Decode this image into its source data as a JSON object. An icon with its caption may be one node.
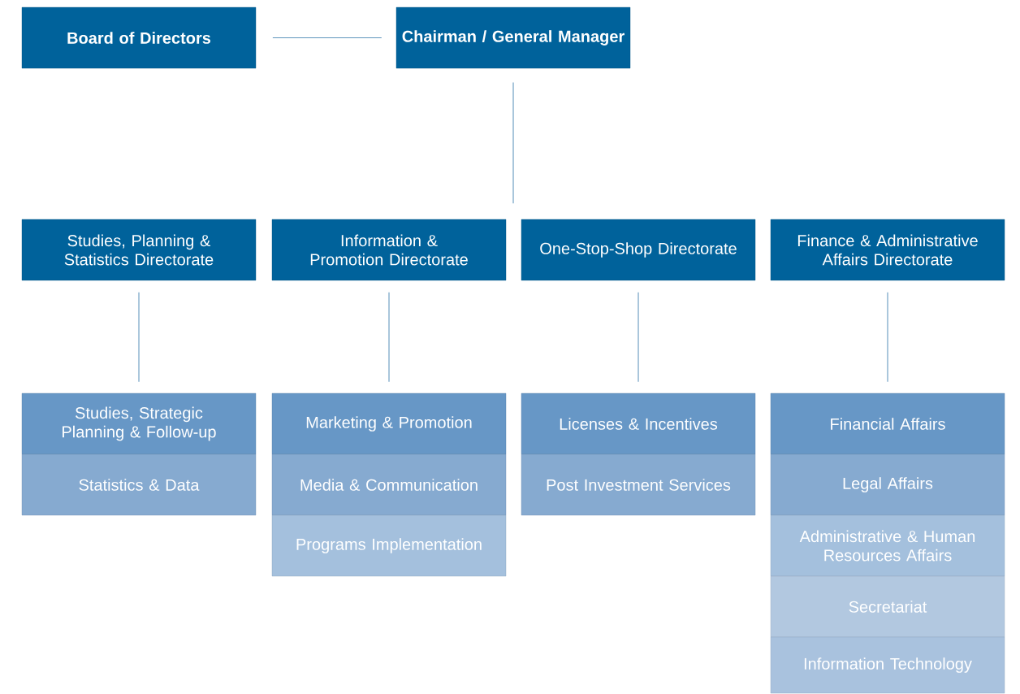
{
  "diagram": {
    "nodes": [
      {
        "text": [
          "Board of Directors"
        ]
      },
      {
        "text": [
          "Chairman / General Manager"
        ]
      },
      {
        "text": [
          "Studies, Planning & Statistics Directorate"
        ]
      },
      {
        "text": [
          "Information & Promotion Directorate"
        ]
      },
      {
        "text": [
          "One-Stop-Shop Directorate"
        ]
      },
      {
        "text": [
          "Finance & Administrative Affairs Directorate"
        ]
      },
      {
        "text": [
          "Studies, Strategic Planning & Follow-up"
        ]
      },
      {
        "text": [
          "Marketing & Promotion"
        ]
      },
      {
        "text": [
          "Licenses & Incentives"
        ]
      },
      {
        "text": [
          "Financial Affairs"
        ]
      },
      {
        "text": [
          "Statistics & Data"
        ]
      },
      {
        "text": [
          "Media & Communication"
        ]
      },
      {
        "text": [
          "Post Investment Services"
        ]
      },
      {
        "text": [
          "Legal Affairs"
        ]
      },
      {
        "text": [
          "Programs Implementation"
        ]
      },
      {
        "text": [
          "Administrative & Human Resources Affairs"
        ]
      },
      {
        "text": [
          "Secretariat"
        ]
      },
      {
        "text": [
          "Information Technology"
        ]
      }
    ],
    "edges": [
      {
        "from": 0,
        "to": 1,
        "arrow": "none"
      },
      {
        "from": 1,
        "to": null,
        "arrow": "none"
      },
      {
        "from": 2,
        "to": 6,
        "arrow": "none"
      },
      {
        "from": 3,
        "to": 7,
        "arrow": "none"
      },
      {
        "from": 4,
        "to": 8,
        "arrow": "none"
      },
      {
        "from": 5,
        "to": 9,
        "arrow": "none"
      }
    ]
  }
}
